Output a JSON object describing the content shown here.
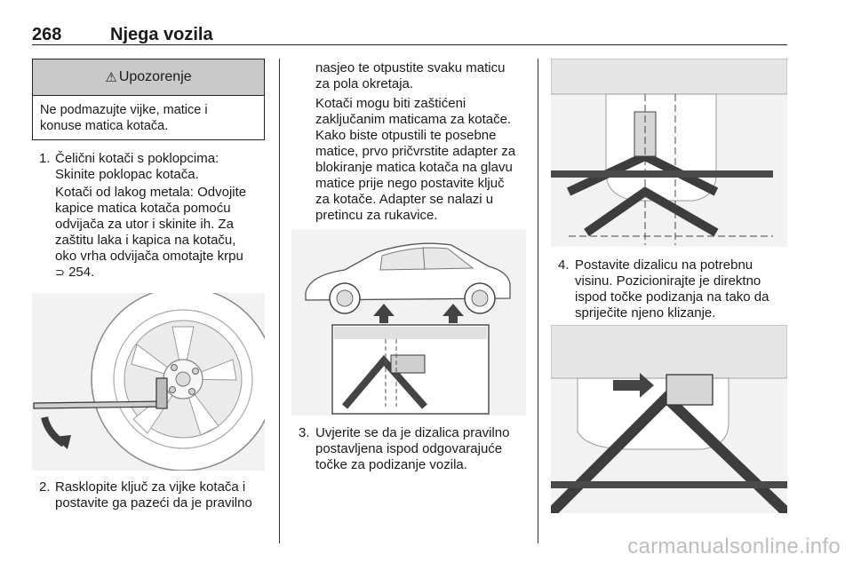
{
  "header": {
    "page_number": "268",
    "section_title": "Njega vozila"
  },
  "warning": {
    "icon": "warning-triangle-icon",
    "title": "Upozorenje",
    "text_lines": [
      "Ne podmazujte vijke, matice i",
      "konuse matica kotača."
    ]
  },
  "steps": {
    "s1": {
      "number": "1.",
      "lines_a": [
        "Čelični kotači s poklopcima:",
        "Skinite poklopac kotača."
      ],
      "lines_b": [
        "Kotači od lakog metala: Odvojite",
        "kapice matica kotača pomoću",
        "odvijača za utor i skinite ih. Za",
        "zaštitu laka i kapica na kotaču,",
        "oko vrha odvijača omotajte krpu"
      ],
      "ref_page": "254."
    },
    "s2": {
      "number": "2.",
      "lines_a": [
        "Rasklopite ključ za vijke kotača i",
        "postavite ga pazeći da je pravilno"
      ],
      "lines_b": [
        "nasjeo te otpustite svaku maticu",
        "za pola okretaja."
      ],
      "lines_c": [
        "Kotači mogu biti zaštićeni",
        "zaključanim maticama za kotače.",
        "Kako biste otpustili te posebne",
        "matice, prvo pričvrstite adapter za",
        "blokiranje matica kotača na glavu",
        "matice prije nego postavite ključ",
        "za kotače. Adapter se nalazi u",
        "pretincu za rukavice."
      ]
    },
    "s3": {
      "number": "3.",
      "lines": [
        "Uvjerite se da je dizalica pravilno",
        "postavljena ispod odgovarajuće",
        "točke za podizanje vozila."
      ]
    },
    "s4": {
      "number": "4.",
      "lines": [
        "Postavite dizalicu na potrebnu",
        "visinu. Pozicionirajte je direktno",
        "ispod točke podizanja na tako da",
        "spriječite njeno klizanje."
      ]
    }
  },
  "watermark": "carmanualsonline.info",
  "colors": {
    "illustration_bg": "#f2f2f2",
    "warning_head_bg": "#c9c9c9",
    "rule": "#222222"
  }
}
